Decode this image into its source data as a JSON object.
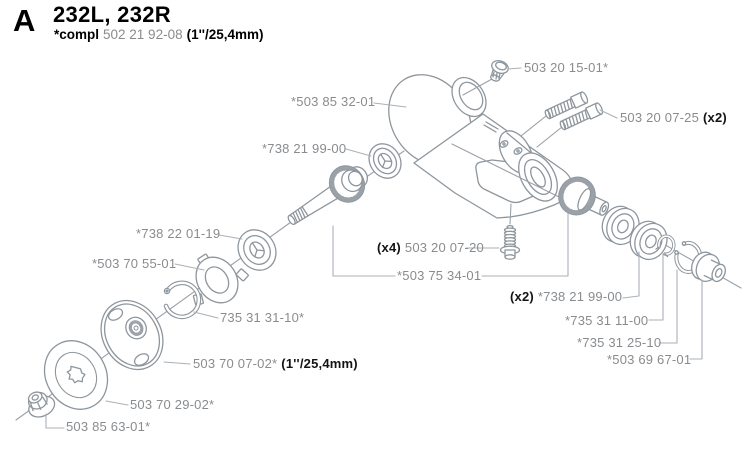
{
  "header": {
    "section_letter": "A",
    "title": "232L, 232R",
    "subtitle_prefix": "*compl",
    "subtitle_number": "502 21 92-08",
    "subtitle_suffix": "(1''/25,4mm)"
  },
  "parts": [
    {
      "id": "plug-screw",
      "num": "503 20 15-01*"
    },
    {
      "id": "gear-housing",
      "num": "*503 85 32-01"
    },
    {
      "id": "clamp-bolt",
      "num": "503 20 07-25",
      "post": "(x2)"
    },
    {
      "id": "input-seal-ring",
      "num": "*738 21 99-00"
    },
    {
      "id": "input-bearing",
      "num": "*738 22 01-19"
    },
    {
      "id": "flange-screw",
      "pre": "(x4)",
      "num": "503 20 07-20"
    },
    {
      "id": "support-plate",
      "num": "*503 70 55-01"
    },
    {
      "id": "bevel-gear-pair",
      "num": "*503 75 34-01"
    },
    {
      "id": "output-bearing",
      "pre": "(x2)",
      "num": "*738 21 99-00"
    },
    {
      "id": "snap-ring-left",
      "num": "735 31 31-10*"
    },
    {
      "id": "output-washer",
      "num": "*735 31 11-00"
    },
    {
      "id": "snap-ring-right",
      "num": "*735 31 25-10"
    },
    {
      "id": "drive-disc",
      "num": "503 70 07-02*",
      "post": "(1''/25,4mm)"
    },
    {
      "id": "output-shaft-cup",
      "num": "*503 69 67-01"
    },
    {
      "id": "support-washer",
      "num": "503 70 29-02*"
    },
    {
      "id": "lock-nut",
      "num": "503 85 63-01*"
    }
  ],
  "colors": {
    "background": "#ffffff",
    "part_line": "#8e969d",
    "leader_line": "#aab1b7",
    "text_gray": "#898c8f",
    "text_black": "#141414"
  }
}
